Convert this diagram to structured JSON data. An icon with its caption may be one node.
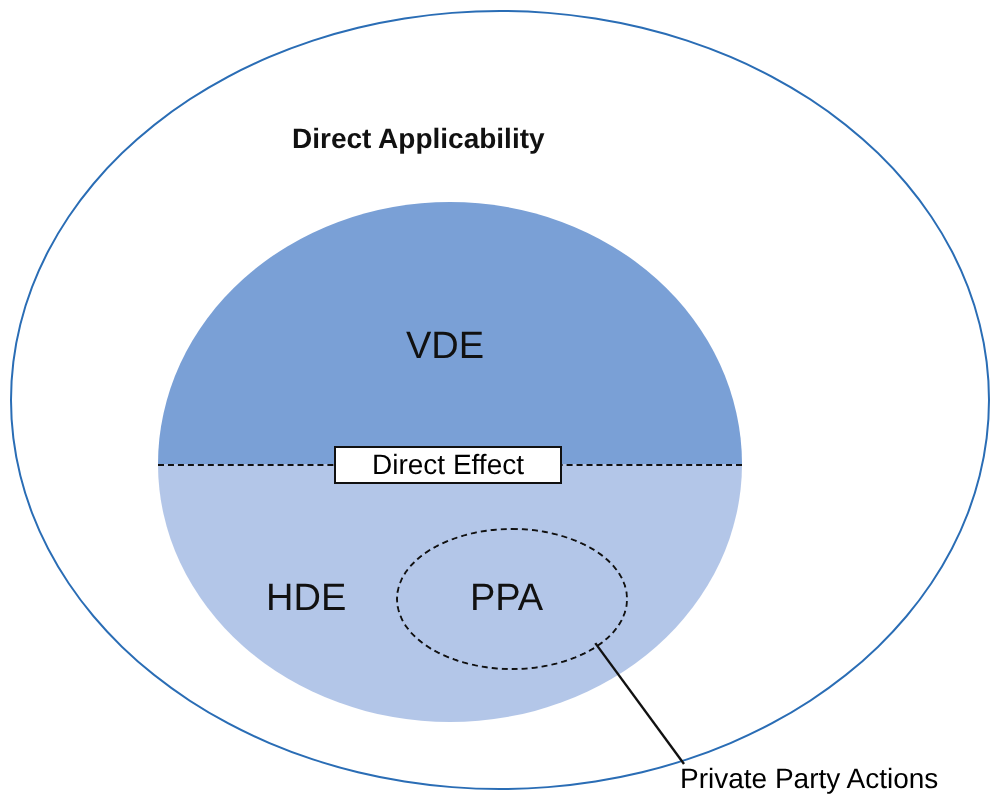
{
  "diagram": {
    "nodes": [
      {
        "text": [
          "Direct Applicability"
        ]
      },
      {
        "text": [
          "VDE"
        ],
        "in": 0
      },
      {
        "text": [
          "HDE"
        ],
        "in": 0
      },
      {
        "text": [
          "PPA"
        ],
        "in": 2
      },
      {
        "text": [
          "Direct Effect"
        ],
        "in": 0
      },
      {
        "text": [
          "Private Party Actions"
        ]
      }
    ],
    "edges": [
      {
        "from": 5,
        "to": 3,
        "arrow": "none"
      }
    ]
  }
}
